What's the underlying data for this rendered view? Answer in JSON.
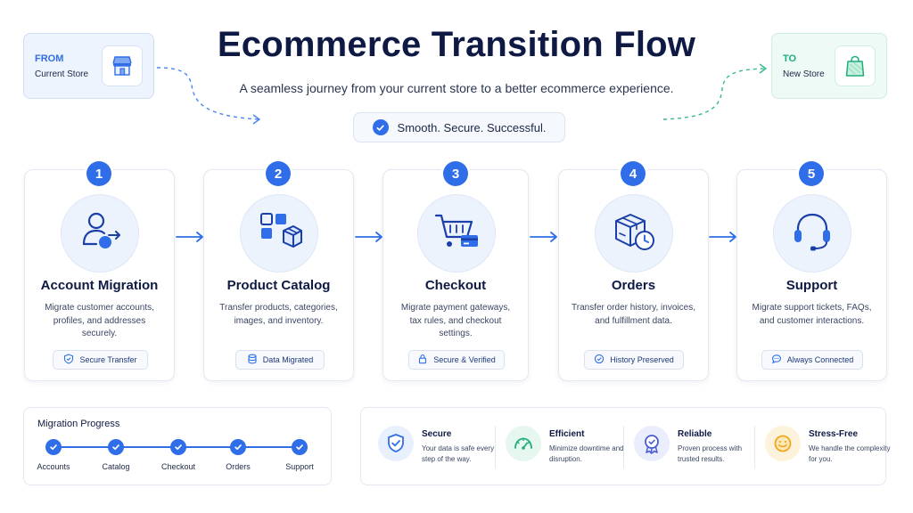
{
  "header": {
    "title": "Ecommerce Transition Flow",
    "subtitle": "A seamless journey from your current store to a better ecommerce experience.",
    "tagline": "Smooth. Secure. Successful."
  },
  "from_store": {
    "tag": "FROM",
    "name": "Current Store",
    "icon": "storefront-icon"
  },
  "to_store": {
    "tag": "TO",
    "name": "New Store",
    "icon": "shopping-bag-icon"
  },
  "steps": [
    {
      "number": "1",
      "title": "Account Migration",
      "description": "Migrate customer accounts, profiles, and addresses securely.",
      "chip": "Secure Transfer",
      "icon": "user-transfer-icon",
      "chip_icon": "shield-icon"
    },
    {
      "number": "2",
      "title": "Product Catalog",
      "description": "Transfer products, categories, images, and inventory.",
      "chip": "Data Migrated",
      "icon": "catalog-box-icon",
      "chip_icon": "database-icon"
    },
    {
      "number": "3",
      "title": "Checkout",
      "description": "Migrate payment gateways, tax rules, and checkout settings.",
      "chip": "Secure & Verified",
      "icon": "cart-card-icon",
      "chip_icon": "lock-icon"
    },
    {
      "number": "4",
      "title": "Orders",
      "description": "Transfer order history, invoices, and fulfillment data.",
      "chip": "History Preserved",
      "icon": "box-clock-icon",
      "chip_icon": "check-circle-icon"
    },
    {
      "number": "5",
      "title": "Support",
      "description": "Migrate support tickets, FAQs, and customer interactions.",
      "chip": "Always Connected",
      "icon": "headset-icon",
      "chip_icon": "chat-bubble-icon"
    }
  ],
  "progress": {
    "title": "Migration Progress",
    "stages": [
      "Accounts",
      "Catalog",
      "Checkout",
      "Orders",
      "Support"
    ],
    "completed": 5
  },
  "benefits": [
    {
      "title": "Secure",
      "description": "Your data is safe every step of the way.",
      "icon": "shield-check-icon",
      "color": "#2f6ee8"
    },
    {
      "title": "Efficient",
      "description": "Minimize downtime and disruption.",
      "icon": "speedometer-icon",
      "color": "#1fae7c"
    },
    {
      "title": "Reliable",
      "description": "Proven process with trusted results.",
      "icon": "award-ribbon-icon",
      "color": "#4a5bd6"
    },
    {
      "title": "Stress-Free",
      "description": "We handle the complexity for you.",
      "icon": "smiley-icon",
      "color": "#f2a51a"
    }
  ],
  "colors": {
    "primary": "#2f6ee8",
    "navy": "#0e1a44",
    "green": "#1fae7c",
    "amber": "#f2a51a"
  }
}
